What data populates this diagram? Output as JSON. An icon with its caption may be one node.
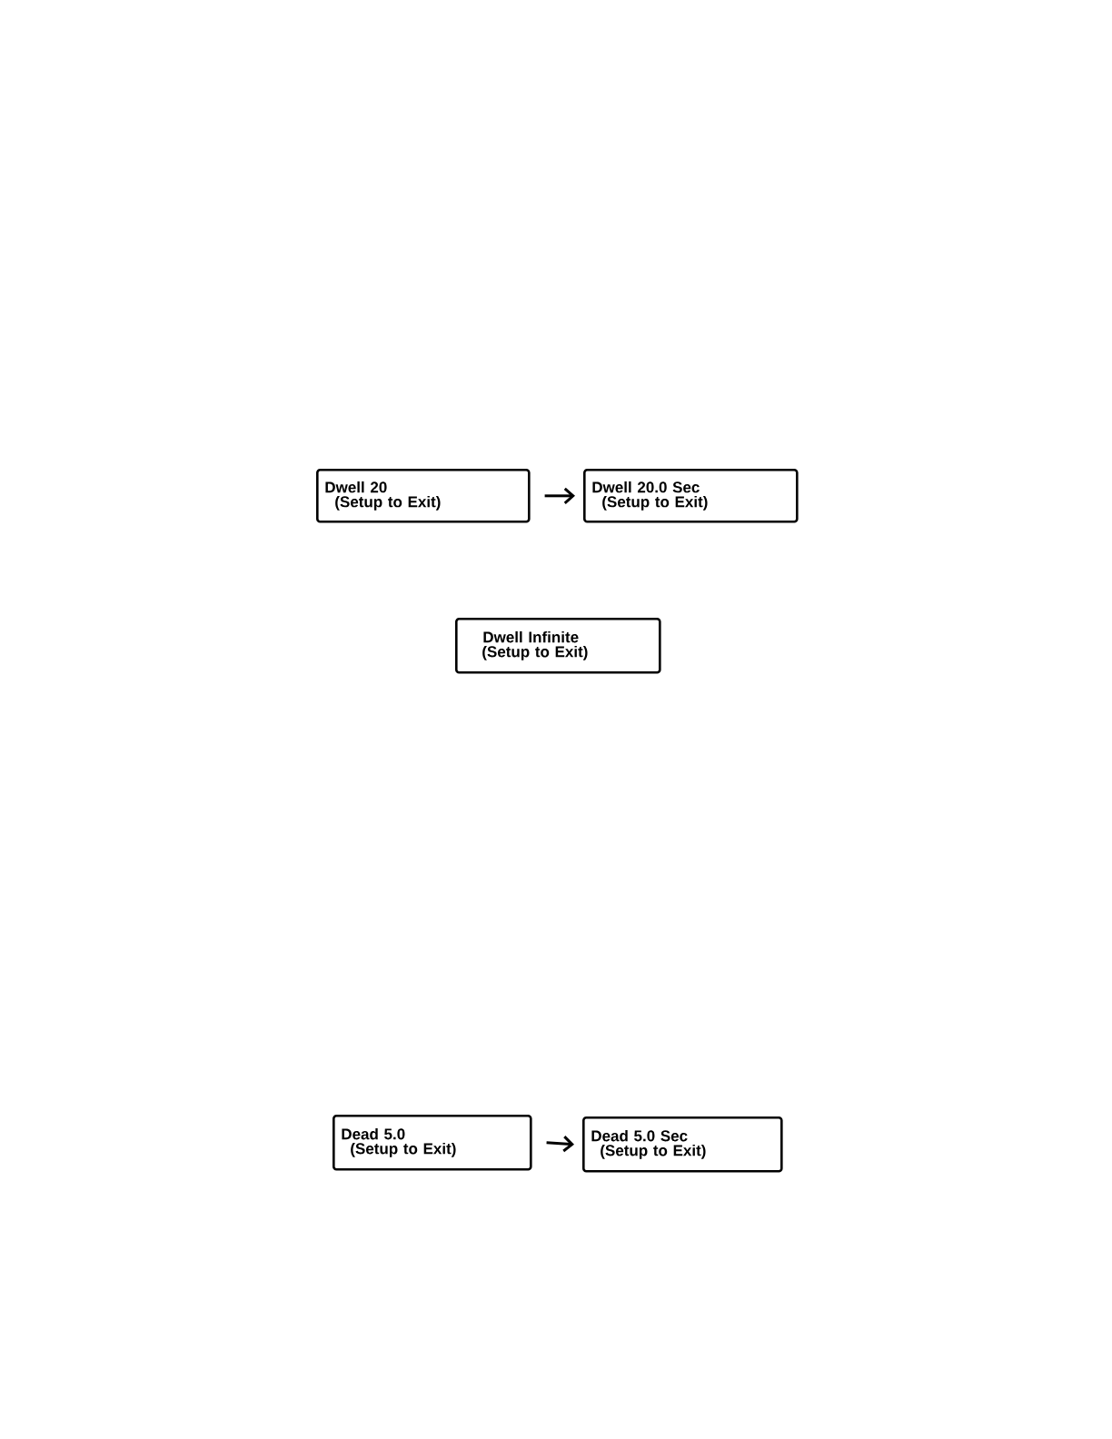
{
  "diagram": {
    "nodes": [
      {
        "text": [
          "Dwell 20",
          "(Setup to Exit)"
        ]
      },
      {
        "text": [
          "Dwell 20.0 Sec",
          "(Setup to Exit)"
        ]
      },
      {
        "text": [
          "Dwell Infinite",
          "(Setup to Exit)"
        ]
      },
      {
        "text": [
          "Dead 5.0",
          "(Setup to Exit)"
        ]
      },
      {
        "text": [
          "Dead 5.0 Sec",
          "(Setup to Exit)"
        ]
      }
    ],
    "edges": [
      {
        "from": 0,
        "to": 1,
        "arrow": "to"
      },
      {
        "from": 3,
        "to": 4,
        "arrow": "to"
      }
    ]
  }
}
